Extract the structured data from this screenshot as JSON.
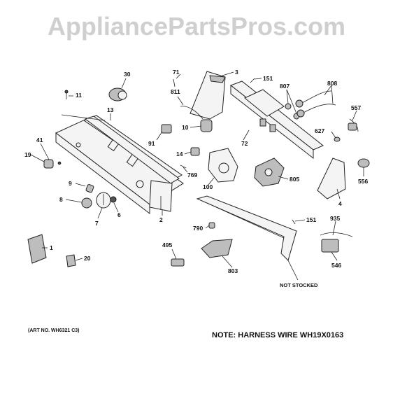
{
  "watermark": "AppliancePartsPros.com",
  "art_no": "(ART NO. WH6321 C3)",
  "note": "NOTE: HARNESS WIRE WH19X0163",
  "not_stocked": "NOT STOCKED",
  "callouts": {
    "c1": "1",
    "c2": "2",
    "c3": "3",
    "c4": "4",
    "c6": "6",
    "c7": "7",
    "c8": "8",
    "c9": "9",
    "c10": "10",
    "c11": "11",
    "c13": "13",
    "c14": "14",
    "c19": "19",
    "c20": "20",
    "c30": "30",
    "c41": "41",
    "c71": "71",
    "c72": "72",
    "c91": "91",
    "c100": "100",
    "c151a": "151",
    "c151b": "151",
    "c495": "495",
    "c546": "546",
    "c556": "556",
    "c557": "557",
    "c627": "627",
    "c769": "769",
    "c790": "790",
    "c803": "803",
    "c805": "805",
    "c807": "807",
    "c808": "808",
    "c811": "811",
    "c935": "935"
  }
}
